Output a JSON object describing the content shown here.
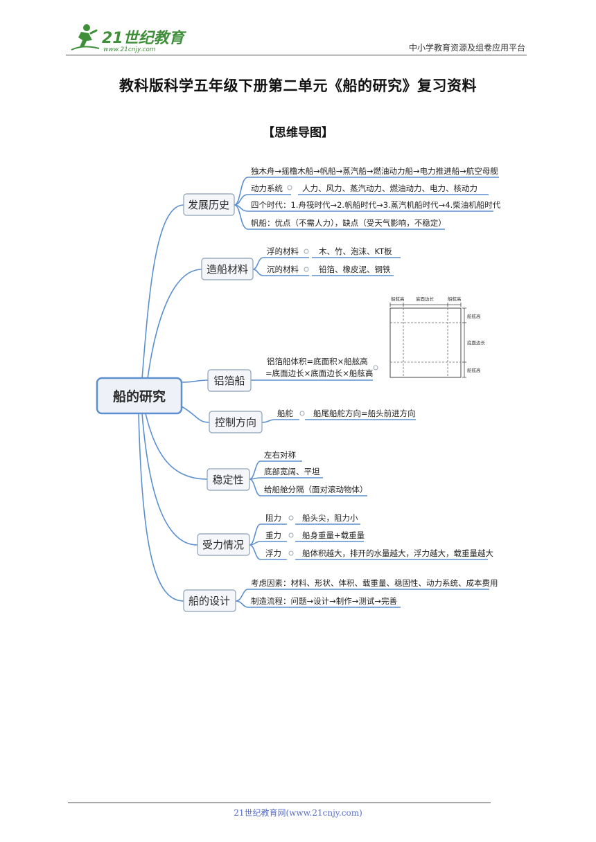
{
  "header": {
    "logo_text": "21世纪教育",
    "logo_url_text": "www.21cnjy.com",
    "platform": "中小学教育资源及组卷应用平台"
  },
  "title": "教科版科学五年级下册第二单元《船的研究》复习资料",
  "subtitle": "【思维导图】",
  "mindmap": {
    "root": "船的研究",
    "branches": {
      "history": {
        "label": "发展历史",
        "items": [
          "独木舟→摇橹木船→帆船→蒸汽船→燃油动力船→电力推进船→航空母舰",
          "四个时代：1.舟筏时代→2.帆船时代→3.蒸汽机船时代→4.柴油机船时代",
          "帆船：优点（不需人力），缺点（受天气影响，不稳定）"
        ],
        "power_label": "动力系统",
        "power_value": "人力、风力、蒸汽动力、燃油动力、电力、核动力"
      },
      "materials": {
        "label": "造船材料",
        "float_label": "浮的材料",
        "float_value": "木、竹、泡沫、KT板",
        "sink_label": "沉的材料",
        "sink_value": "铅箔、橡皮泥、钢铁"
      },
      "foil": {
        "label": "铝箔船",
        "formula_line1": "铝箔船体积=底面积×船舷高",
        "formula_line2": "=底面边长×底面边长×船舷高",
        "diagram": {
          "top_left": "船舷高",
          "top_mid": "底面边长",
          "top_right": "船舷高",
          "right_top": "船舷高",
          "right_mid": "底面边长",
          "right_bottom": "船舷高"
        }
      },
      "direction": {
        "label": "控制方向",
        "rudder_label": "船舵",
        "rudder_value": "船尾船舵方向=船头前进方向"
      },
      "stability": {
        "label": "稳定性",
        "items": [
          "左右对称",
          "底部宽阔、平坦",
          "给船舱分隔（面对滚动物体）"
        ]
      },
      "forces": {
        "label": "受力情况",
        "resist_label": "阻力",
        "resist_value": "船头尖，阻力小",
        "gravity_label": "重力",
        "gravity_value": "船身重量+载重量",
        "buoy_label": "浮力",
        "buoy_value": "船体积越大，排开的水量越大，浮力越大，载重量越大"
      },
      "design": {
        "label": "船的设计",
        "items": [
          "考虑因素：材料、形状、体积、载重量、稳固性、动力系统、成本费用",
          "制造流程：问题→设计→制作→测试→完善"
        ]
      }
    }
  },
  "colors": {
    "line": "#5b8fd0",
    "root_fill": "#eef2f8",
    "node_fill": "#f4f6fa",
    "node_stroke": "#8aa0b8",
    "logo_green": "#3f8f3a",
    "footer_text": "#5a70c8"
  },
  "footer": "21世纪教育网(www.21cnjy.com)"
}
